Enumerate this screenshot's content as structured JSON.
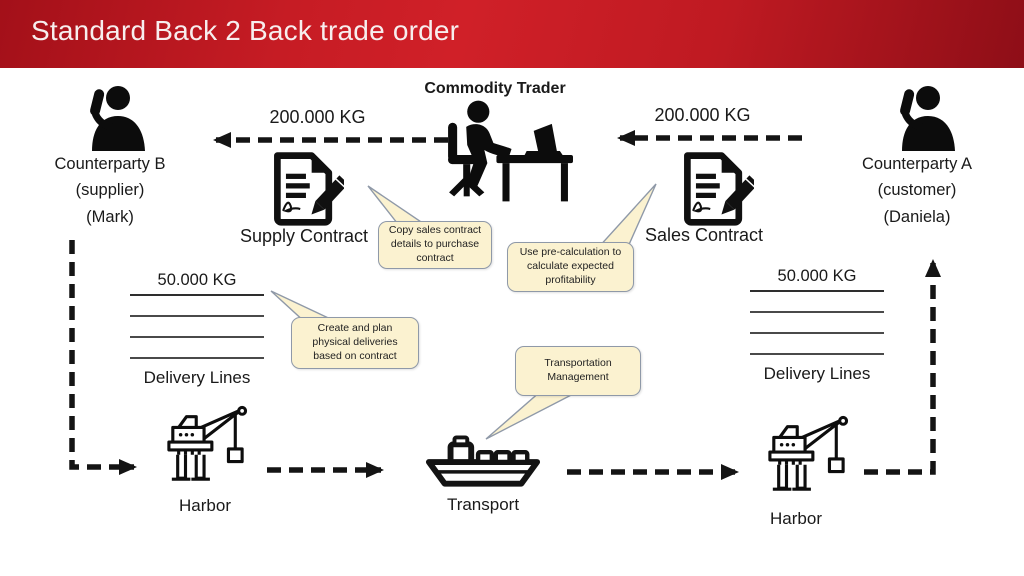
{
  "header": {
    "title": "Standard Back 2 Back trade order"
  },
  "colors": {
    "header_red_bright": "#d02028",
    "header_red_dark": "#8e0e17",
    "callout_bg": "#fbf2d0",
    "callout_border": "#8f99a8",
    "ink": "#141414"
  },
  "diagram": {
    "trader_label": "Commodity Trader",
    "counterparty_b": {
      "name": "Counterparty B",
      "role": "(supplier)",
      "person": "(Mark)"
    },
    "counterparty_a": {
      "name": "Counterparty A",
      "role": "(customer)",
      "person": "(Daniela)"
    },
    "supply_qty": "200.000 KG",
    "sales_qty": "200.000 KG",
    "supply_contract_label": "Supply Contract",
    "sales_contract_label": "Sales Contract",
    "delivery_left": {
      "qty": "50.000 KG",
      "label": "Delivery Lines"
    },
    "delivery_right": {
      "qty": "50.000 KG",
      "label": "Delivery Lines"
    },
    "harbor_left_label": "Harbor",
    "transport_label": "Transport",
    "harbor_right_label": "Harbor",
    "callouts": {
      "copy_sales": "Copy sales contract details to purchase contract",
      "pre_calculation": "Use pre-calculation to calculate expected profitability",
      "create_plan": "Create and plan physical deliveries based on contract",
      "transportation": "Transportation Management"
    }
  }
}
